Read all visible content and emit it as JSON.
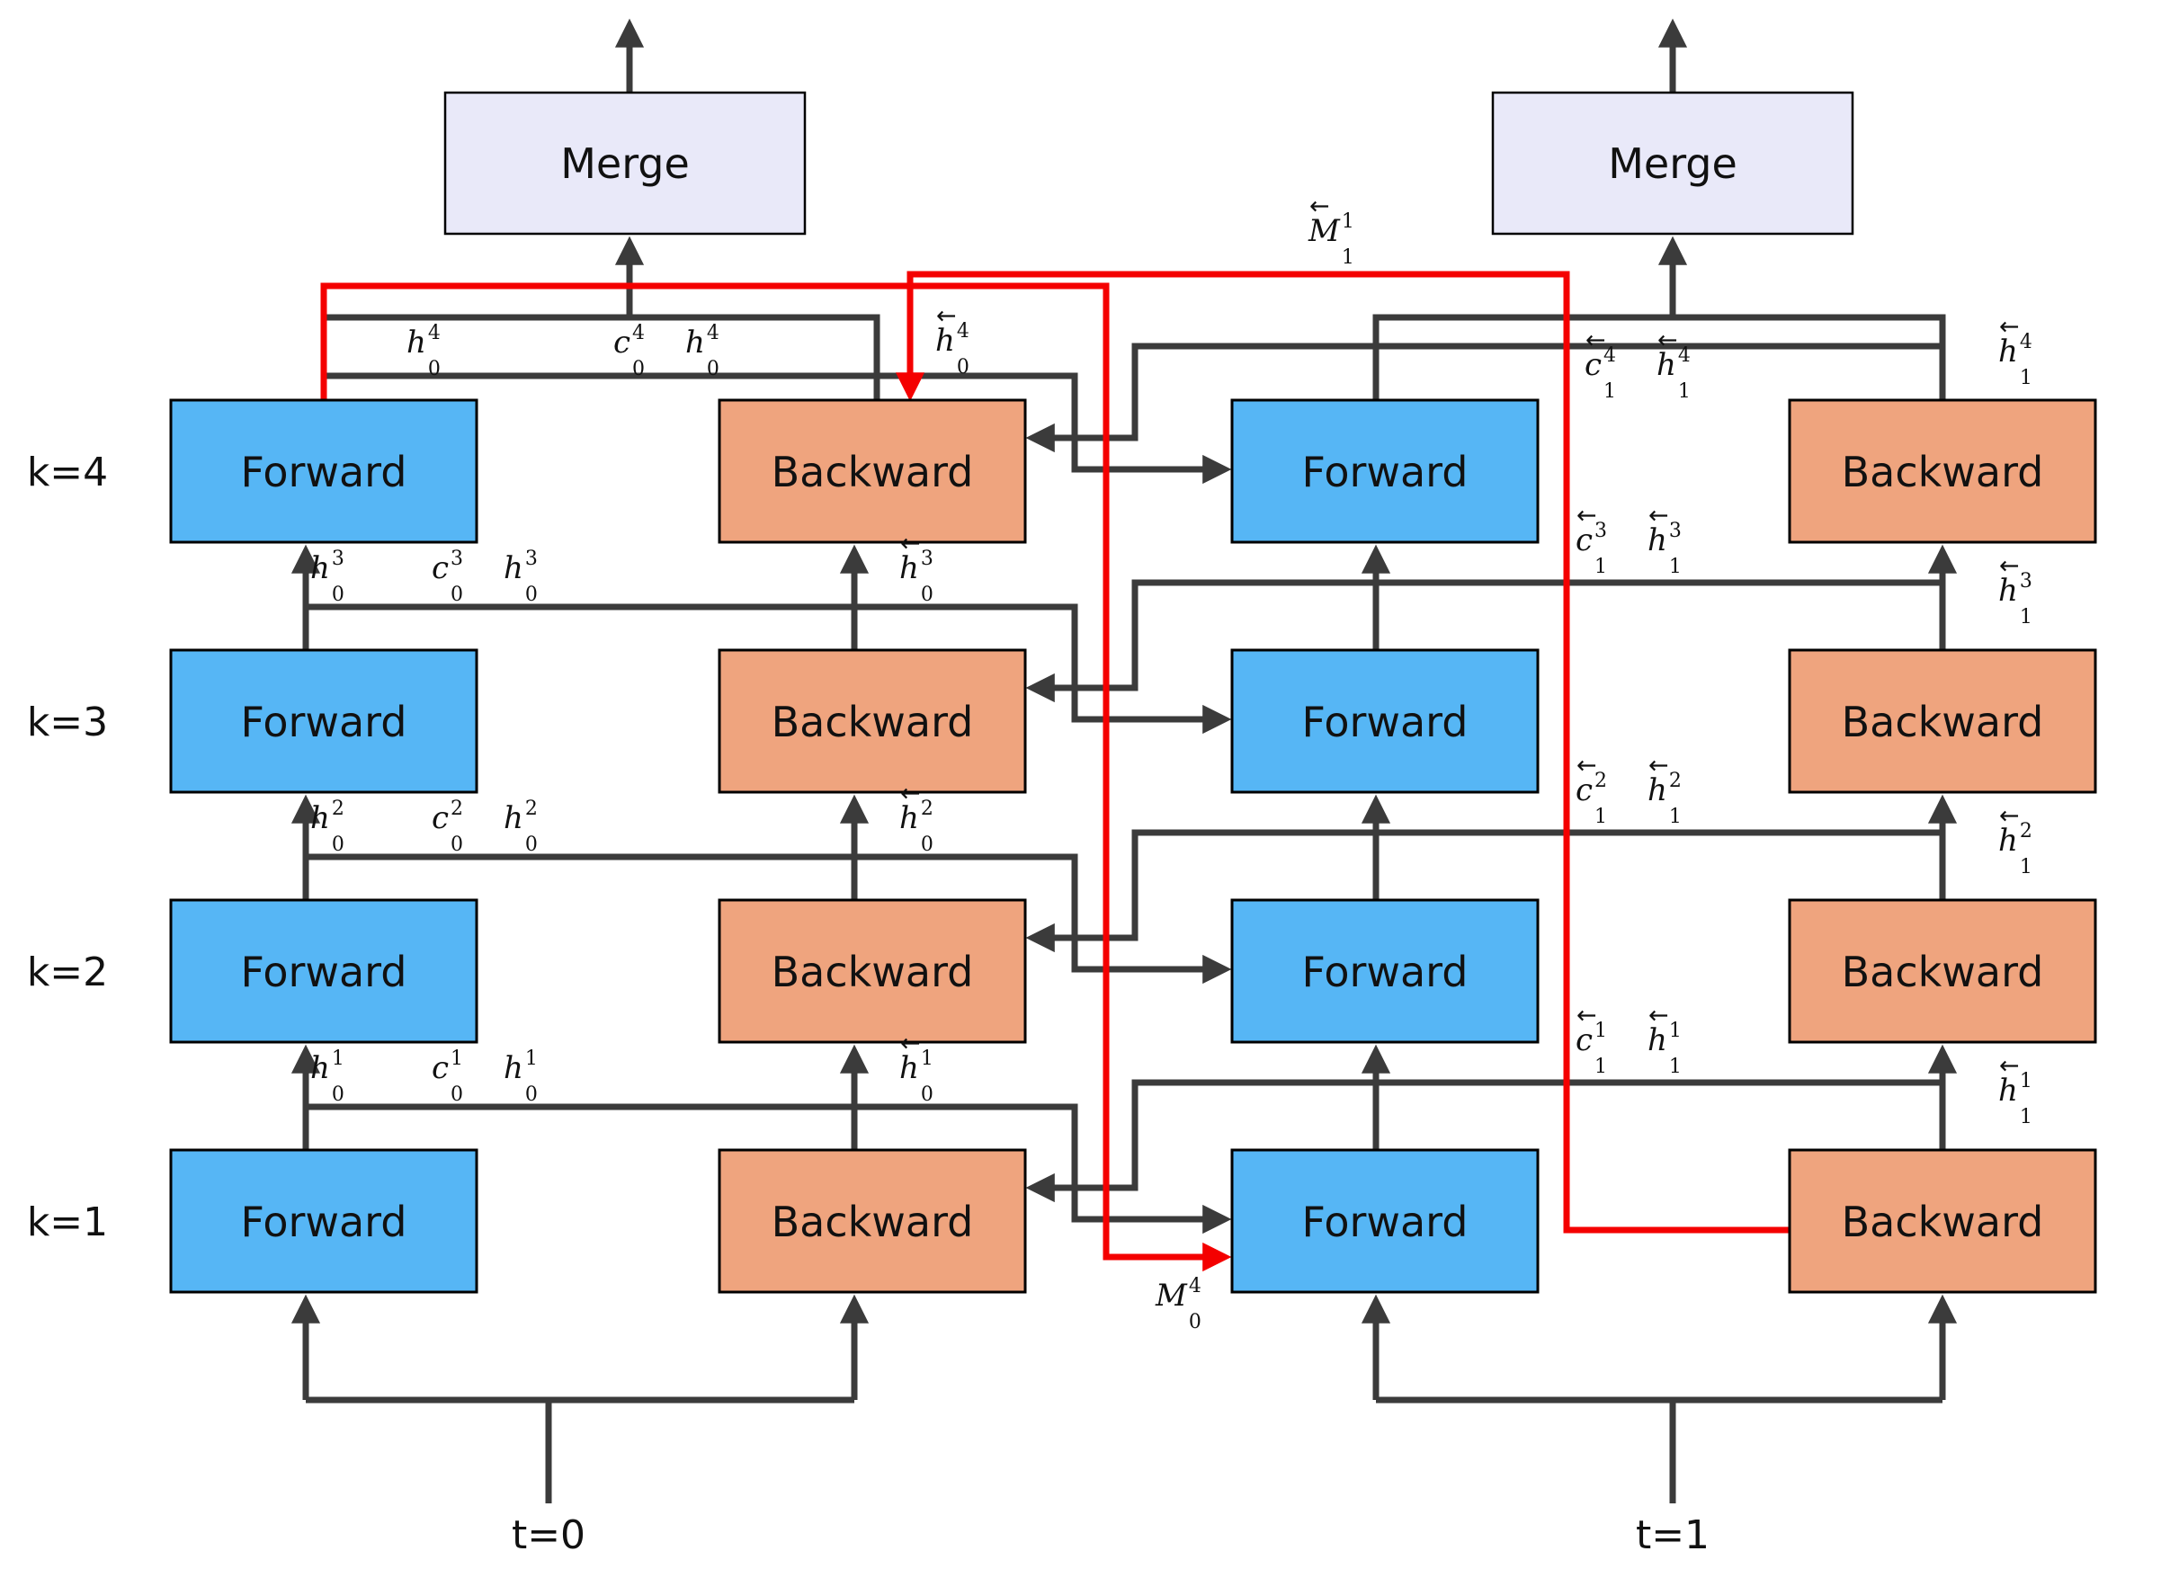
{
  "diagram_type": "stacked bidirectional LSTM unrolled over two timesteps",
  "colors": {
    "forward_fill": "#56b6f5",
    "backward_fill": "#efa47e",
    "merge_fill": "#e9e9f9",
    "wire": "#3b3b3b",
    "memory_wire": "#f40000",
    "border": "#000000",
    "background": "#ffffff"
  },
  "nodes": {
    "merge": "Merge",
    "forward": "Forward",
    "backward": "Backward"
  },
  "row_labels": [
    "k=4",
    "k=3",
    "k=2",
    "k=1"
  ],
  "time_labels": [
    "t=0",
    "t=1"
  ],
  "labels": {
    "left": [
      {
        "level": 4,
        "forward_hidden": {
          "base": "h",
          "sub": "0",
          "sup": "4"
        },
        "recurrent": [
          {
            "base": "c",
            "sub": "0",
            "sup": "4"
          },
          {
            "base": "h",
            "sub": "0",
            "sup": "4"
          }
        ],
        "backward_hidden": {
          "base": "h",
          "sub": "0",
          "sup": "4",
          "arrow": true
        }
      },
      {
        "level": 3,
        "forward_hidden": {
          "base": "h",
          "sub": "0",
          "sup": "3"
        },
        "recurrent": [
          {
            "base": "c",
            "sub": "0",
            "sup": "3"
          },
          {
            "base": "h",
            "sub": "0",
            "sup": "3"
          }
        ],
        "backward_hidden": {
          "base": "h",
          "sub": "0",
          "sup": "3",
          "arrow": true
        }
      },
      {
        "level": 2,
        "forward_hidden": {
          "base": "h",
          "sub": "0",
          "sup": "2"
        },
        "recurrent": [
          {
            "base": "c",
            "sub": "0",
            "sup": "2"
          },
          {
            "base": "h",
            "sub": "0",
            "sup": "2"
          }
        ],
        "backward_hidden": {
          "base": "h",
          "sub": "0",
          "sup": "2",
          "arrow": true
        }
      },
      {
        "level": 1,
        "forward_hidden": {
          "base": "h",
          "sub": "0",
          "sup": "1"
        },
        "recurrent": [
          {
            "base": "c",
            "sub": "0",
            "sup": "1"
          },
          {
            "base": "h",
            "sub": "0",
            "sup": "1"
          }
        ],
        "backward_hidden": {
          "base": "h",
          "sub": "0",
          "sup": "1",
          "arrow": true
        }
      }
    ],
    "right": [
      {
        "level": 4,
        "recurrent": [
          {
            "base": "c",
            "sub": "1",
            "sup": "4",
            "arrow": true
          },
          {
            "base": "h",
            "sub": "1",
            "sup": "4",
            "arrow": true
          }
        ],
        "backward_hidden": {
          "base": "h",
          "sub": "1",
          "sup": "4",
          "arrow": true
        }
      },
      {
        "level": 3,
        "recurrent": [
          {
            "base": "c",
            "sub": "1",
            "sup": "3",
            "arrow": true
          },
          {
            "base": "h",
            "sub": "1",
            "sup": "3",
            "arrow": true
          }
        ],
        "backward_hidden": {
          "base": "h",
          "sub": "1",
          "sup": "3",
          "arrow": true
        }
      },
      {
        "level": 2,
        "recurrent": [
          {
            "base": "c",
            "sub": "1",
            "sup": "2",
            "arrow": true
          },
          {
            "base": "h",
            "sub": "1",
            "sup": "2",
            "arrow": true
          }
        ],
        "backward_hidden": {
          "base": "h",
          "sub": "1",
          "sup": "2",
          "arrow": true
        }
      },
      {
        "level": 1,
        "recurrent": [
          {
            "base": "c",
            "sub": "1",
            "sup": "1",
            "arrow": true
          },
          {
            "base": "h",
            "sub": "1",
            "sup": "1",
            "arrow": true
          }
        ],
        "backward_hidden": {
          "base": "h",
          "sub": "1",
          "sup": "1",
          "arrow": true
        }
      }
    ],
    "memory": {
      "m0": {
        "base": "M",
        "sub": "0",
        "sup": "4"
      },
      "m1": {
        "base": "M",
        "sub": "1",
        "sup": "1",
        "arrow": true
      }
    }
  }
}
